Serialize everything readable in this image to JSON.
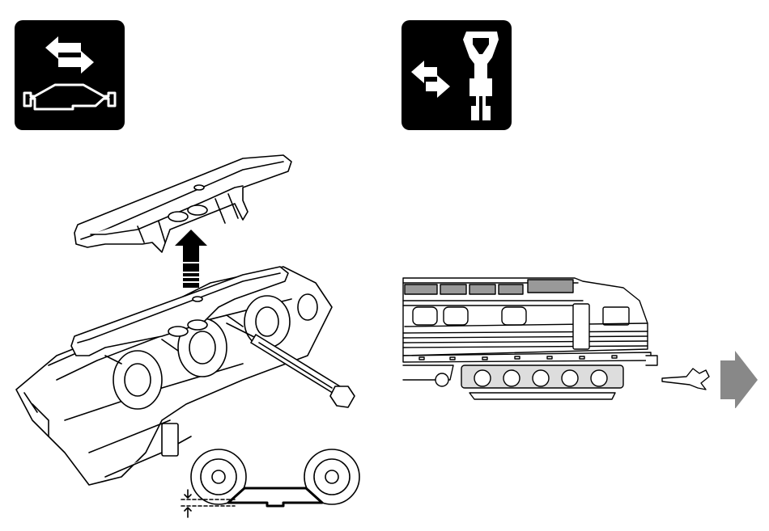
{
  "page": {
    "background": "#ffffff",
    "ink": "#000000"
  },
  "left_panel": {
    "icon": "swap-arrows-over-pickup-shoe-icon",
    "illustration": "bogie-skid-plate-removal-illustration",
    "detail": "wheel-and-skid-clearance-detail"
  },
  "right_panel": {
    "icon": "swap-arrows-coupler-icon",
    "illustration": "locomotive-coupler-exchange-illustration",
    "pointer": "right-arrow-icon"
  }
}
